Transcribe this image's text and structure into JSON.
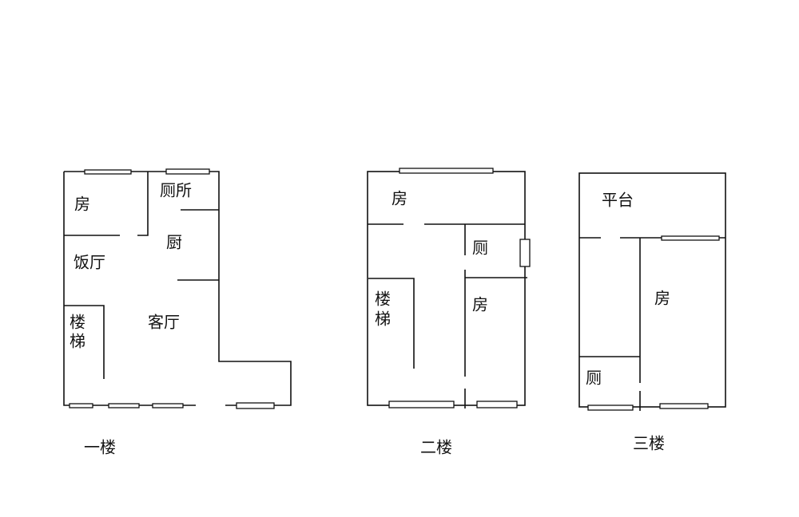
{
  "floors": [
    {
      "name": "一楼",
      "rooms": {
        "bedroom": "房",
        "toilet": "厕所",
        "kitchen": "厨",
        "dining": "饭厅",
        "stairs_1": "楼",
        "stairs_2": "梯",
        "living": "客厅"
      }
    },
    {
      "name": "二楼",
      "rooms": {
        "bedroom_top": "房",
        "toilet": "厕",
        "stairs_1": "楼",
        "stairs_2": "梯",
        "bedroom_right": "房"
      }
    },
    {
      "name": "三楼",
      "rooms": {
        "terrace": "平台",
        "bedroom": "房",
        "toilet": "厕"
      }
    }
  ]
}
